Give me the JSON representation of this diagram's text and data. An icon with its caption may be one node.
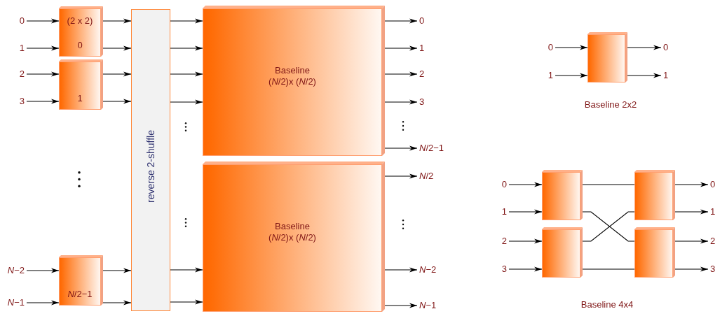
{
  "diagram": {
    "nodes": [
      {
        "text": [
          "0"
        ]
      },
      {
        "text": [
          "1"
        ]
      },
      {
        "text": [
          "2"
        ]
      },
      {
        "text": [
          "3"
        ]
      },
      {
        "text": [
          "*N*−2"
        ]
      },
      {
        "text": [
          "*N*−1"
        ]
      },
      {
        "text": [
          "(2 x 2)",
          "0"
        ]
      },
      {
        "text": [
          "1"
        ]
      },
      {
        "text": [
          "*N*/2−1"
        ]
      },
      {
        "text": [
          "reverse 2-shuffle"
        ]
      },
      {
        "text": [
          "Baseline (*N*/2)x (*N*/2)"
        ]
      },
      {
        "text": [
          "Baseline (*N*/2)x (*N*/2)"
        ]
      },
      {
        "text": [
          "0"
        ]
      },
      {
        "text": [
          "1"
        ]
      },
      {
        "text": [
          "2"
        ]
      },
      {
        "text": [
          "3"
        ]
      },
      {
        "text": [
          "*N*/2−1"
        ]
      },
      {
        "text": [
          "*N*/2"
        ]
      },
      {
        "text": [
          "*N*−2"
        ]
      },
      {
        "text": [
          "*N*−1"
        ]
      },
      {
        "text": [
          "0"
        ]
      },
      {
        "text": [
          "1"
        ]
      },
      {
        "text": [],
        "shape": "box"
      },
      {
        "text": [
          "0"
        ]
      },
      {
        "text": [
          "1"
        ]
      },
      {
        "text": [
          "0"
        ]
      },
      {
        "text": [
          "1"
        ]
      },
      {
        "text": [
          "2"
        ]
      },
      {
        "text": [
          "3"
        ]
      },
      {
        "text": [],
        "shape": "box"
      },
      {
        "text": [],
        "shape": "box"
      },
      {
        "text": [],
        "shape": "box"
      },
      {
        "text": [],
        "shape": "box"
      },
      {
        "text": [
          "0"
        ]
      },
      {
        "text": [
          "1"
        ]
      },
      {
        "text": [
          "2"
        ]
      },
      {
        "text": [
          "3"
        ]
      }
    ],
    "edges": [
      {
        "from": 0,
        "to": 6,
        "arrow": "to"
      },
      {
        "from": 1,
        "to": 6,
        "arrow": "to"
      },
      {
        "from": 2,
        "to": 7,
        "arrow": "to"
      },
      {
        "from": 3,
        "to": 7,
        "arrow": "to"
      },
      {
        "from": 4,
        "to": 8,
        "arrow": "to"
      },
      {
        "from": 5,
        "to": 8,
        "arrow": "to"
      },
      {
        "from": 6,
        "to": 9,
        "arrow": "to"
      },
      {
        "from": 6,
        "to": 9,
        "arrow": "to"
      },
      {
        "from": 7,
        "to": 9,
        "arrow": "to"
      },
      {
        "from": 7,
        "to": 9,
        "arrow": "to"
      },
      {
        "from": 8,
        "to": 9,
        "arrow": "to"
      },
      {
        "from": 8,
        "to": 9,
        "arrow": "to"
      },
      {
        "from": 9,
        "to": 10,
        "arrow": "to"
      },
      {
        "from": 9,
        "to": 10,
        "arrow": "to"
      },
      {
        "from": 9,
        "to": 10,
        "arrow": "to"
      },
      {
        "from": 9,
        "to": 10,
        "arrow": "to"
      },
      {
        "from": 9,
        "to": 11,
        "arrow": "to"
      },
      {
        "from": 9,
        "to": 11,
        "arrow": "to"
      },
      {
        "from": 10,
        "to": 12,
        "arrow": "to"
      },
      {
        "from": 10,
        "to": 13,
        "arrow": "to"
      },
      {
        "from": 10,
        "to": 14,
        "arrow": "to"
      },
      {
        "from": 10,
        "to": 15,
        "arrow": "to"
      },
      {
        "from": 10,
        "to": 16,
        "arrow": "to"
      },
      {
        "from": 11,
        "to": 17,
        "arrow": "to"
      },
      {
        "from": 11,
        "to": 18,
        "arrow": "to"
      },
      {
        "from": 11,
        "to": 19,
        "arrow": "to"
      },
      {
        "from": 20,
        "to": 22,
        "arrow": "to"
      },
      {
        "from": 21,
        "to": 22,
        "arrow": "to"
      },
      {
        "from": 22,
        "to": 23,
        "arrow": "to"
      },
      {
        "from": 22,
        "to": 24,
        "arrow": "to"
      },
      {
        "from": 25,
        "to": 29,
        "arrow": "to"
      },
      {
        "from": 26,
        "to": 29,
        "arrow": "to"
      },
      {
        "from": 27,
        "to": 30,
        "arrow": "to"
      },
      {
        "from": 28,
        "to": 30,
        "arrow": "to"
      },
      {
        "from": 29,
        "to": 31,
        "arrow": "none"
      },
      {
        "from": 29,
        "to": 32,
        "arrow": "none"
      },
      {
        "from": 30,
        "to": 31,
        "arrow": "none"
      },
      {
        "from": 30,
        "to": 32,
        "arrow": "none"
      },
      {
        "from": 31,
        "to": 33,
        "arrow": "to"
      },
      {
        "from": 31,
        "to": 34,
        "arrow": "to"
      },
      {
        "from": 32,
        "to": 35,
        "arrow": "to"
      },
      {
        "from": 32,
        "to": 36,
        "arrow": "to"
      }
    ],
    "labels": [
      "Baseline 2x2",
      "Baseline 4x4"
    ]
  }
}
